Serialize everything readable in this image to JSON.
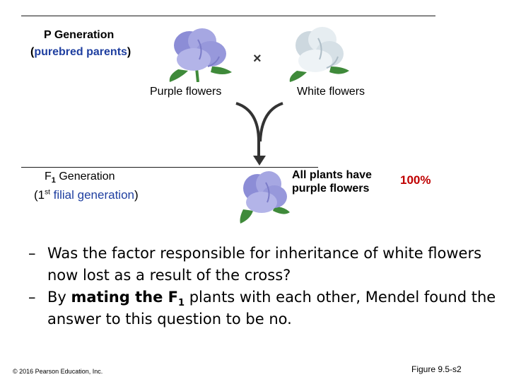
{
  "p_generation": {
    "title": "P Generation",
    "sub_open": "(",
    "sub_text": "purebred parents",
    "sub_close": ")"
  },
  "cross_symbol": "×",
  "purple_label": "Purple flowers",
  "white_label": "White flowers",
  "f1_generation": {
    "title_f": "F",
    "title_sub": "1",
    "title_rest": " Generation",
    "sub_open": "(1",
    "sub_sup": "st",
    "sub_text": " filial generation",
    "sub_close": ")"
  },
  "f1_result": {
    "line1": "All plants have",
    "line2": "purple flowers"
  },
  "percent": "100%",
  "bullets": [
    {
      "dash": "–",
      "text": "Was the factor responsible for inheritance of white flowers now lost as a result of the cross?"
    },
    {
      "dash": "–",
      "pre": "By ",
      "bold": "mating the F",
      "bold_sub": "1",
      "post": " plants with each other, Mendel found the answer to this question to be no."
    }
  ],
  "copyright": "© 2016 Pearson Education, Inc.",
  "figure_label": "Figure 9.5-s2",
  "colors": {
    "purple_petal": "#9fa0de",
    "white_petal": "#dfe7ec",
    "leaf": "#3f8a3a",
    "label_blue": "#1f3fa0",
    "percent_red": "#c00000"
  }
}
